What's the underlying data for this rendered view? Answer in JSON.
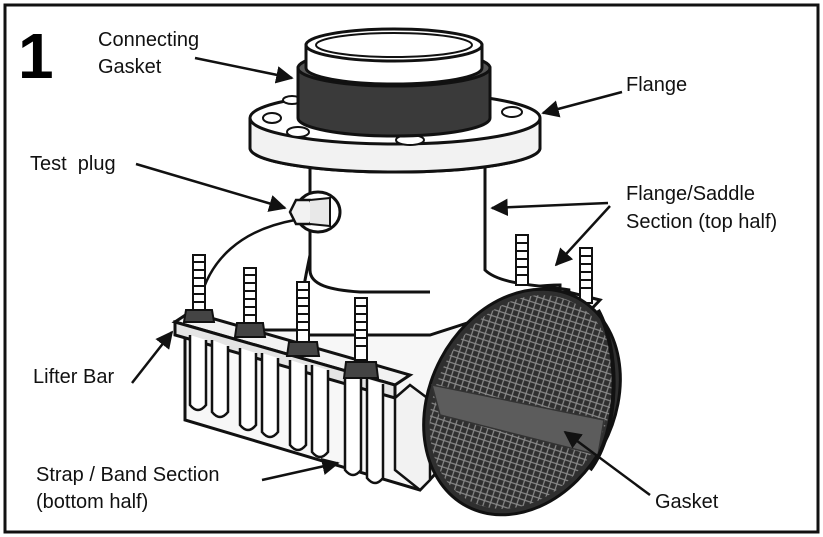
{
  "step_number": "1",
  "labels": {
    "connecting_gasket_line1": "Connecting",
    "connecting_gasket_line2": "Gasket",
    "flange": "Flange",
    "test_plug": "Test  plug",
    "flange_saddle_line1": "Flange/Saddle",
    "flange_saddle_line2": "Section (top half)",
    "lifter_bar": "Lifter Bar",
    "strap_line1": "Strap / Band Section",
    "strap_line2": "(bottom half)",
    "gasket": "Gasket"
  },
  "colors": {
    "outline": "#111111",
    "gasket_dark": "#3a3a3a",
    "gasket_band": "#5c5c5c",
    "metal_light": "#f2f2f2"
  }
}
